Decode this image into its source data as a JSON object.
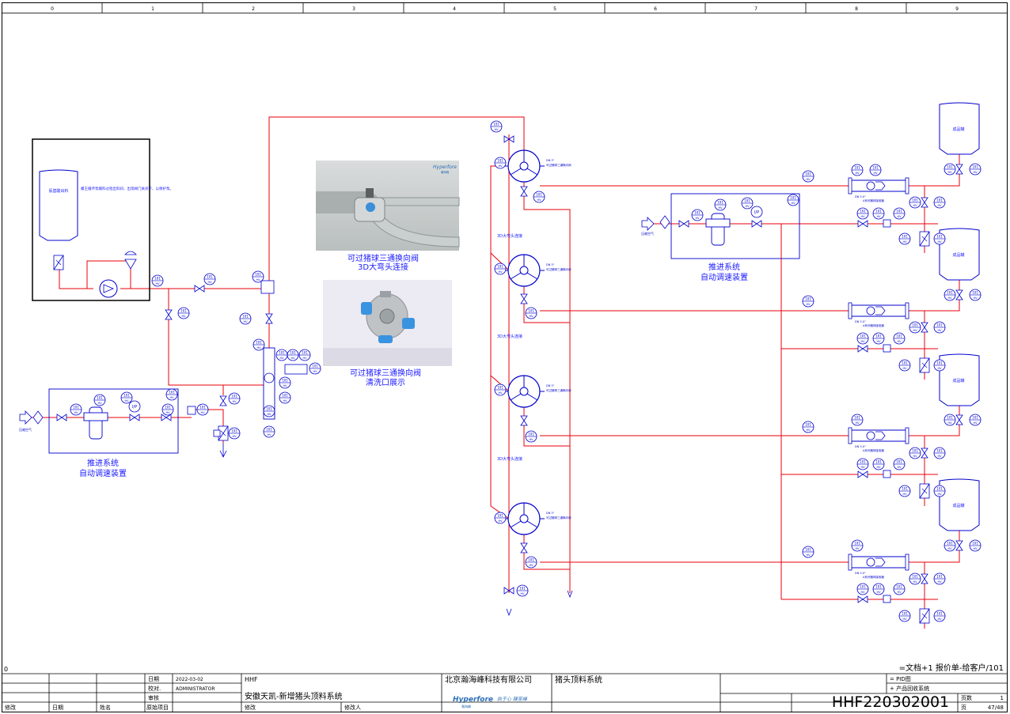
{
  "colors": {
    "pipe": "#e8000b",
    "symbol": "#0000cc",
    "frame": "#000000",
    "caption": "#1a1aff"
  },
  "grid_columns": [
    "0",
    "1",
    "2",
    "3",
    "4",
    "5",
    "6",
    "7",
    "8",
    "9"
  ],
  "left_edge_mark": "0",
  "tanks": {
    "left_tank_label": "氨基酸出料",
    "left_tank_note": "螺王循环泵输料过程出料斜、出现阀门关闭不、以保护泵。",
    "right_tank_label": "成品罐"
  },
  "photos": [
    {
      "caption_line1": "可过猪球三通换向阀",
      "caption_line2": "3D大弯头连接",
      "brand": "Hyperfore",
      "brand_sub": "瀚海峰"
    },
    {
      "caption_line1": "可过猪球三通换向阀",
      "caption_line2": "清洗口展示"
    }
  ],
  "propulsion_left": {
    "line1": "推进系统",
    "line2": "自动调速装置",
    "air_label": "压缩空气"
  },
  "propulsion_right": {
    "line1": "推进系统",
    "line2": "自动调速装置",
    "air_label": "压缩空气"
  },
  "bend_labels": [
    "3D大弯头连接",
    "3D大弯头连接",
    "3D大弯头连接"
  ],
  "title_block": {
    "doc_ref": "=文档+1 报价单-给客户/101",
    "revision_mark": "0",
    "date_label": "日期",
    "date_value": "2022-03-02",
    "check_label": "校对.",
    "check_value": "ADMINISTRATOR",
    "review_label": "审核",
    "original_label": "原始项目",
    "project_code": "HHF",
    "project_name": "安徽天凯-新增猪头顶料系统",
    "company": "北京瀚海峰科技有限公司",
    "system_name": "猪头顶料系统",
    "pid_label": "= PID图",
    "product_label": "+ 产品回收系统",
    "drawing_no": "HHF220302001",
    "page_label": "页数",
    "page_count": "1",
    "page_short": "页",
    "page_value": "47/48",
    "rev_col": "修改",
    "date_col": "日期",
    "name_col": "姓名",
    "modify_label": "修改",
    "modifier_label": "修改人",
    "logo_text": "Hyperfore",
    "logo_sub": "瀚海峰",
    "slogan": "执于心 臻至峰"
  }
}
